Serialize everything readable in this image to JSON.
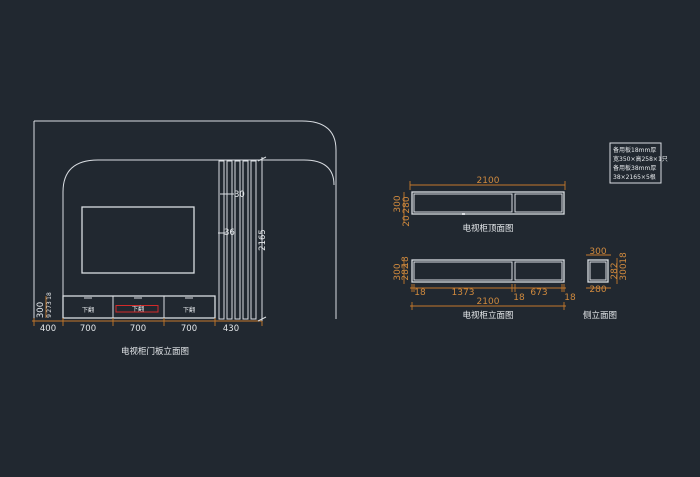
{
  "colors": {
    "background": "#212830",
    "lines": "#d9dde2",
    "dimensions": "#c5782b",
    "highlight": "#d42a2a"
  },
  "front_elevation": {
    "title": "电视柜门板立面图",
    "drawer_label": "下翻",
    "dims_bottom": [
      "400",
      "700",
      "700",
      "700",
      "430"
    ],
    "dim_height_total": "2165",
    "dim_strip": "30",
    "dim_gap": "36",
    "dims_left": [
      "300",
      "18",
      "273",
      "9"
    ]
  },
  "top_view": {
    "title": "电视柜顶面图",
    "dim_width": "2100",
    "dims_left": [
      "280",
      "20",
      "300"
    ]
  },
  "cabinet_elevation": {
    "title": "电视柜立面图",
    "dims_left": [
      "300",
      "282",
      "18"
    ],
    "dims_bottom": [
      "18",
      "1373",
      "18",
      "673",
      "18"
    ],
    "dim_total": "2100"
  },
  "side_elevation": {
    "title": "侧立面图",
    "dim_top": "300",
    "dim_bottom": "280",
    "dims_right": [
      "18",
      "300",
      "282"
    ]
  },
  "notes": [
    "备用板18mm厚",
    "宽350×高258×1只",
    "备用板38mm厚",
    "38×2165×5根"
  ]
}
